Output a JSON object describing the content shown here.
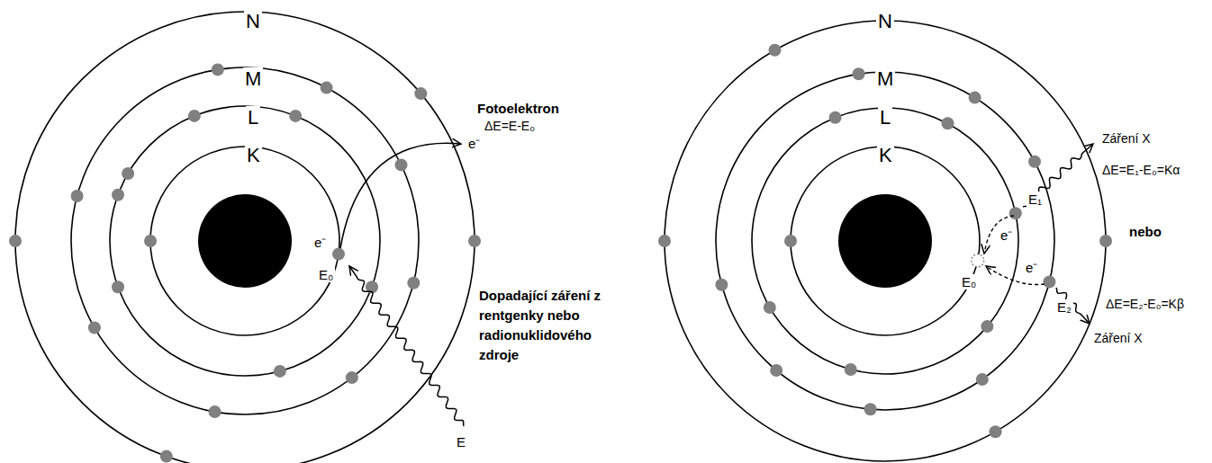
{
  "diagram": {
    "labels": [
      "N",
      "M",
      "L",
      "K",
      "Fotoelektron",
      "ΔE=E-E₀",
      "e⁻",
      "e⁻",
      "E₀",
      "Dopadající záření z rentgenky nebo radionuklidového zdroje",
      "E",
      "N",
      "M",
      "L",
      "K",
      "Záření X",
      "ΔE=E₁-E₀=Kα",
      "nebo",
      "ΔE=E₂-E₀=Kβ",
      "Záření X",
      "E₁",
      "E₀",
      "E₂",
      "e⁻",
      "e⁻"
    ]
  }
}
